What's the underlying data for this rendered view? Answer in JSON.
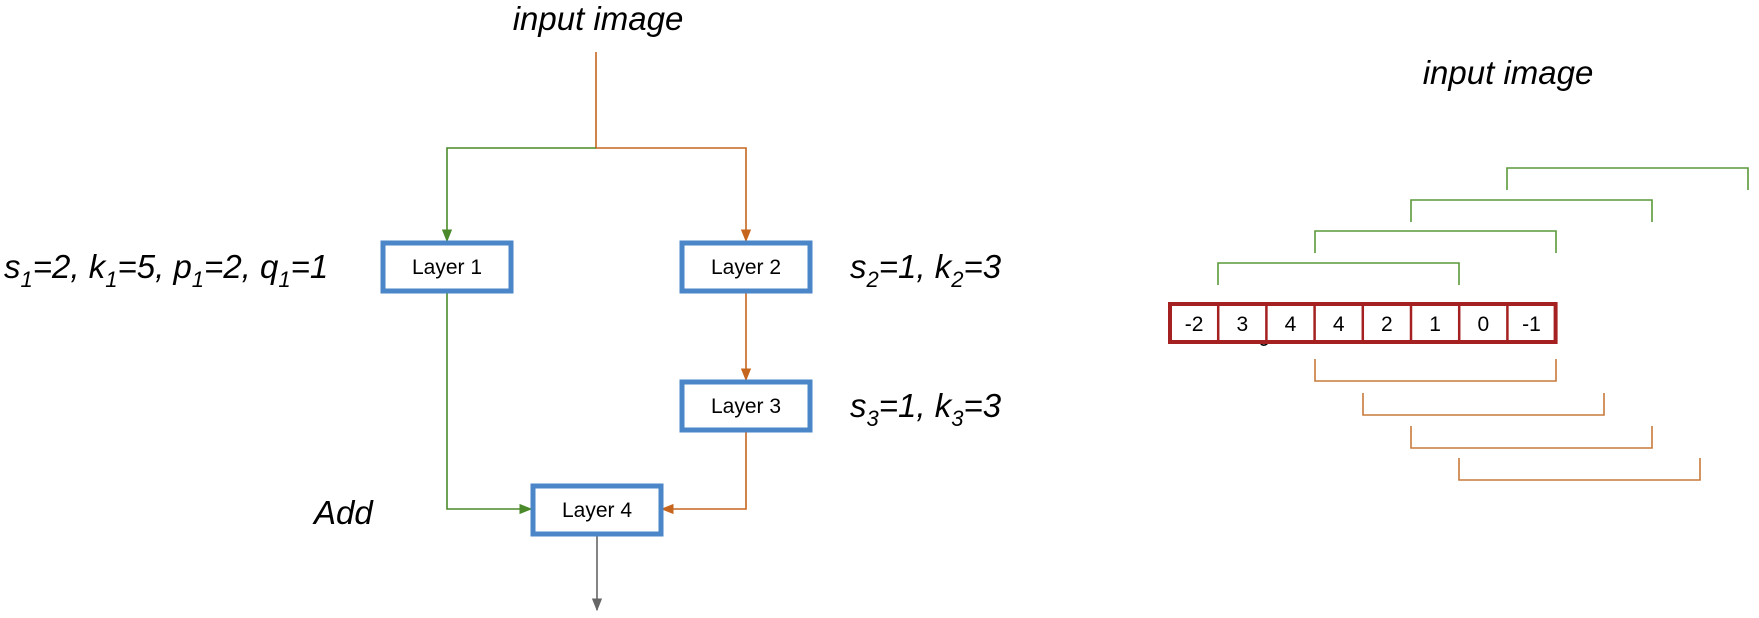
{
  "colors": {
    "layer_border": "#4a86c8",
    "green_path": "#4a8a2a",
    "orange_path": "#c6661e",
    "output_arrow": "#666666",
    "array_border": "#a52020",
    "green_bracket": "#5a9a3a",
    "orange_bracket": "#c87a3a"
  },
  "left_diagram": {
    "title": "input image",
    "layers": [
      {
        "id": "layer1",
        "label": "Layer 1"
      },
      {
        "id": "layer2",
        "label": "Layer 2"
      },
      {
        "id": "layer3",
        "label": "Layer 3"
      },
      {
        "id": "layer4",
        "label": "Layer 4"
      }
    ],
    "params": {
      "layer1": {
        "parts": [
          {
            "t": "s"
          },
          {
            "t": "1",
            "sub": true
          },
          {
            "t": "=2, "
          },
          {
            "t": "k"
          },
          {
            "t": "1",
            "sub": true
          },
          {
            "t": "=5, "
          },
          {
            "t": "p"
          },
          {
            "t": "1",
            "sub": true
          },
          {
            "t": "=2, "
          },
          {
            "t": "q"
          },
          {
            "t": "1",
            "sub": true
          },
          {
            "t": "=1"
          }
        ]
      },
      "layer2": {
        "parts": [
          {
            "t": "s"
          },
          {
            "t": "2",
            "sub": true
          },
          {
            "t": "=1, "
          },
          {
            "t": "k"
          },
          {
            "t": "2",
            "sub": true
          },
          {
            "t": "=3"
          }
        ]
      },
      "layer3": {
        "parts": [
          {
            "t": "s"
          },
          {
            "t": "3",
            "sub": true
          },
          {
            "t": "=1, "
          },
          {
            "t": "k"
          },
          {
            "t": "3",
            "sub": true
          },
          {
            "t": "=3"
          }
        ]
      }
    },
    "add_label": "Add"
  },
  "right_diagram": {
    "title": "input image",
    "array_label": {
      "base": "f",
      "sub": "0"
    },
    "cells": [
      "-2",
      "3",
      "4",
      "4",
      "2",
      "1",
      "0",
      "-1"
    ]
  }
}
